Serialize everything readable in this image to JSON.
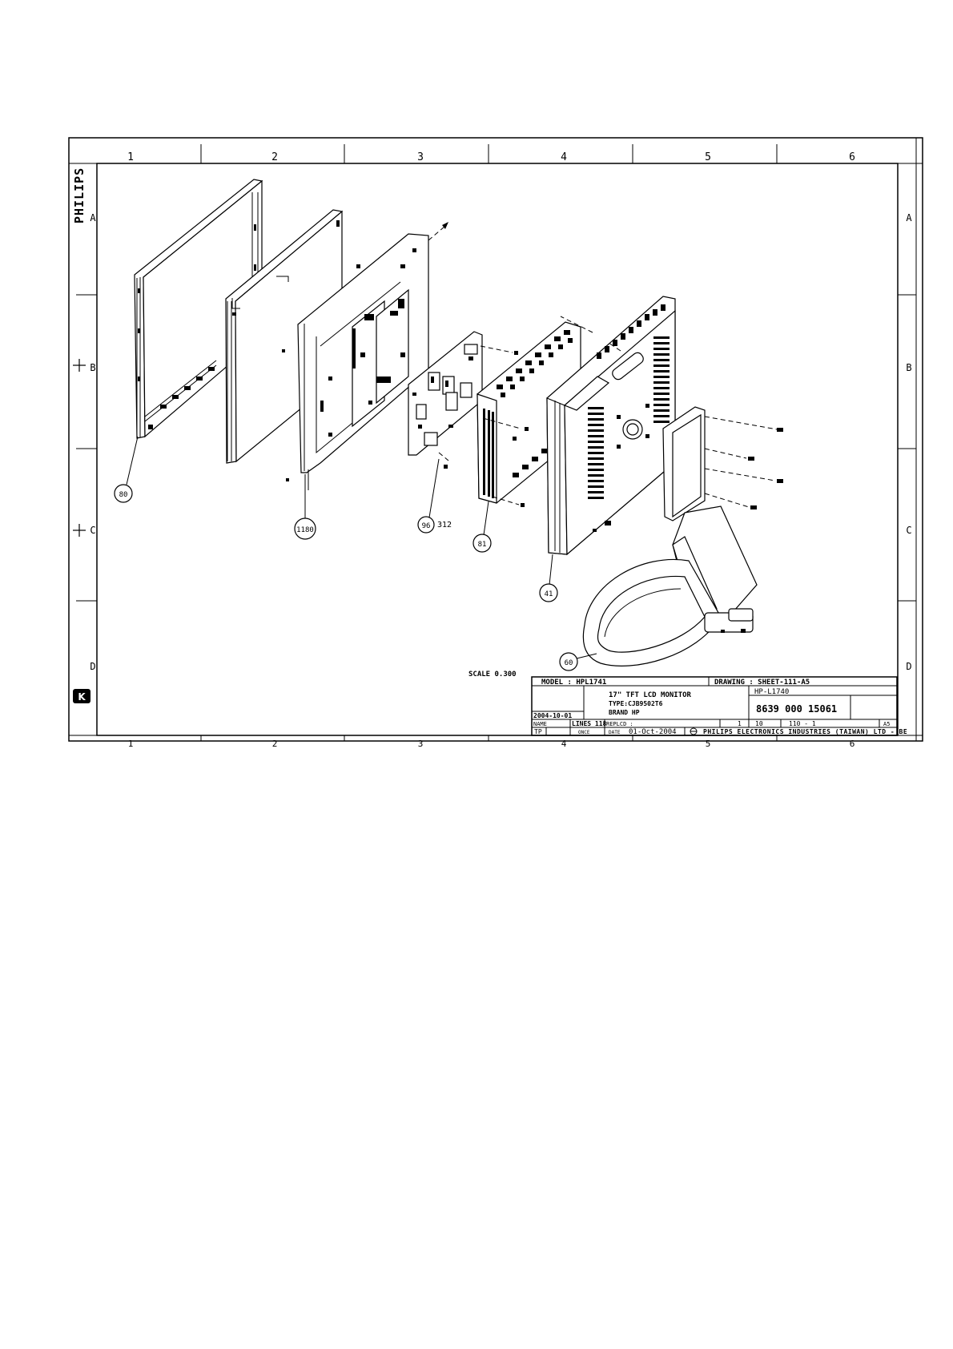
{
  "brand_vertical": "PHILIPS",
  "grid": {
    "columns": [
      "1",
      "2",
      "3",
      "4",
      "5",
      "6"
    ],
    "rows": [
      "A",
      "B",
      "C",
      "D"
    ]
  },
  "callouts": [
    "80",
    "1180",
    "96",
    "312",
    "81",
    "41",
    "60"
  ],
  "scale": "SCALE  0.300",
  "title_block": {
    "model": "MODEL :  HPL1741",
    "drawing": "DRAWING :  SHEET-111-A5",
    "code": "HP-L1740",
    "description_1": "17\" TFT LCD MONITOR",
    "description_2": "TYPE:CJB9502T6",
    "description_3": "BRAND HP",
    "date_left": "2004-10-01",
    "part_number": "8639 000 15061",
    "row3_a": "NAME",
    "row3_b": "LINES 118",
    "row3_c": "REPLCD :",
    "row3_d": "1",
    "row3_e": "10",
    "row3_f": "110 - 1",
    "row3_g": "A5",
    "row4_a": "TP",
    "row4_b": "ONCE",
    "row4_c": "DATE",
    "row4_date": "01-Oct-2004",
    "company": "PHILIPS ELECTRONICS INDUSTRIES (TAIWAN) LTD - BE"
  }
}
